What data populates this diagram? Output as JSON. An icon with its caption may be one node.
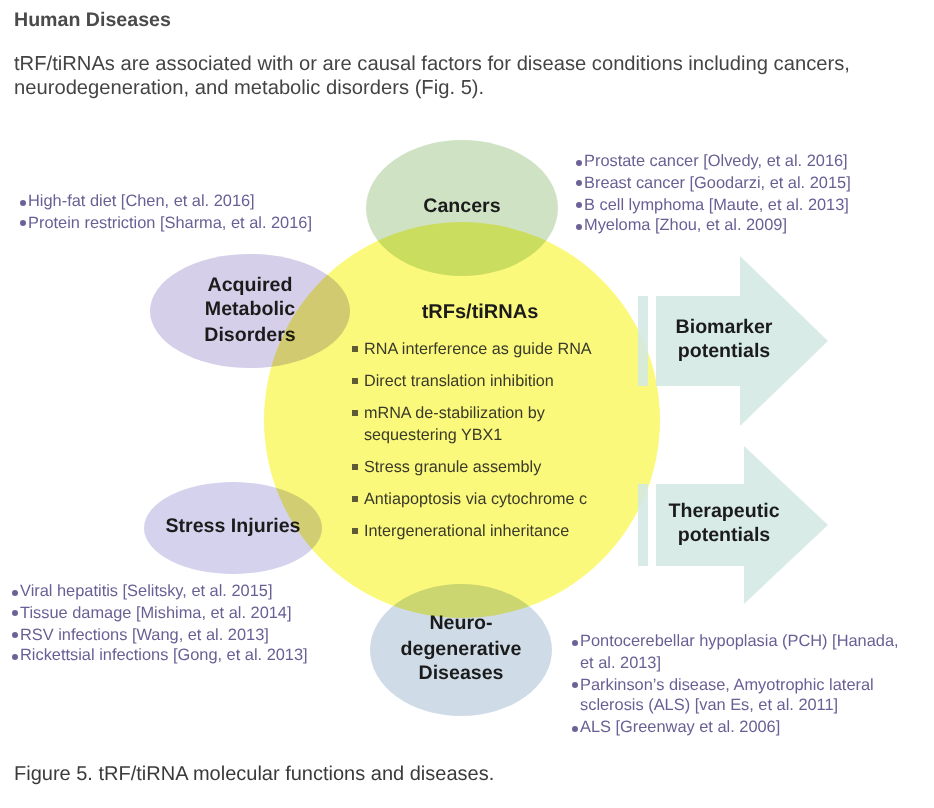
{
  "diagram": {
    "title": "Human Diseases",
    "caption": "Figure 5. tRF/tiRNA molecular functions and diseases.",
    "nodes": [
      {
        "text": [
          "Cancers"
        ],
        "beside": [
          "Prostate cancer [Olvedy, et al. 2016]",
          "Breast cancer [Goodarzi, et al. 2015]",
          "B cell lymphoma [Maute, et al. 2013]",
          "Myeloma [Zhou, et al. 2009]"
        ]
      },
      {
        "text": [
          "Acquired Metabolic Disorders"
        ],
        "beside": [
          "High-fat diet [Chen, et al. 2016]",
          "Protein restriction [Sharma, et al. 2016]"
        ]
      },
      {
        "text": [
          "tRFs/tiRNAs",
          "RNA interference as guide RNA",
          "Direct translation inhibition",
          "mRNA de-stabilization by sequestering YBX1",
          "Stress granule assembly",
          "Antiapoptosis via cytochrome c",
          "Intergenerational inheritance"
        ]
      },
      {
        "text": [
          "Biomarker potentials"
        ]
      },
      {
        "text": [
          "Stress Injuries"
        ],
        "beside": [
          "Viral hepatitis [Selitsky, et al. 2015]",
          "Tissue damage [Mishima, et al. 2014]",
          "RSV infections [Wang, et al. 2013]",
          "Rickettsial infections [Gong, et al. 2013]"
        ]
      },
      {
        "text": [
          "Therapeutic potentials"
        ]
      },
      {
        "text": [
          "Neuro-degenerative Diseases"
        ],
        "beside": [
          "Pontocerebellar hypoplasia (PCH) [Hanada, et al. 2013]",
          "Parkinson’s disease, Amyotrophic lateral sclerosis (ALS) [van Es, et al. 2011]",
          "ALS [Greenway et al. 2006]"
        ]
      }
    ],
    "labels": [
      "tRF/tiRNAs are associated with or are causal factors for disease conditions including cancers, neurodegeneration, and metabolic disorders (Fig. 5)."
    ]
  }
}
